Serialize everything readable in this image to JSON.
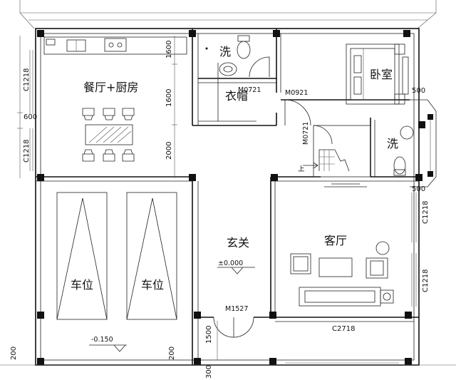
{
  "rooms": {
    "dining_kitchen": "餐厅+厨房",
    "wash_top": "洗",
    "wardrobe": "衣帽",
    "bedroom": "卧室",
    "wash_right": "洗",
    "parking_left": "车位",
    "parking_right": "车位",
    "foyer": "玄关",
    "living": "客厅"
  },
  "labels": {
    "stair_up": "上",
    "level_foyer": "±0.000",
    "level_parking": "-0.150"
  },
  "doors": {
    "m0721_a": "M0721",
    "m0921": "M0921",
    "m0721_b": "M0721",
    "m1527": "M1527"
  },
  "windows": {
    "c1218_left_top": "C1218",
    "c1218_left_bottom": "C1218",
    "c1218_right_top": "C1218",
    "c1218_right_bottom": "C1218",
    "c2718": "C2718"
  },
  "dimensions": {
    "d1600_top": "1600",
    "d1600_mid": "1600",
    "d2000": "2000",
    "d600_left": "600",
    "d500_top": "500",
    "d500_mid": "500",
    "d1500": "1500",
    "d200_left": "200",
    "d200_mid": "200",
    "d300": "300"
  }
}
